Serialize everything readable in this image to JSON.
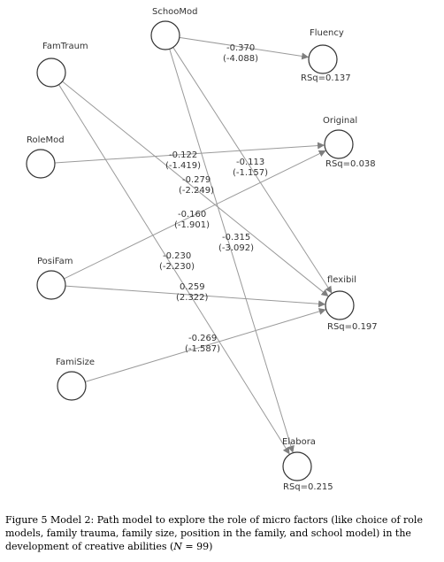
{
  "nodes": [
    {
      "id": "SchooMod",
      "label": "SchooMod"
    },
    {
      "id": "FamTraum",
      "label": "FamTraum"
    },
    {
      "id": "RoleMod",
      "label": "RoleMod"
    },
    {
      "id": "PosiFam",
      "label": "PosiFam"
    },
    {
      "id": "FamiSize",
      "label": "FamiSize"
    },
    {
      "id": "Fluency",
      "label": "Fluency",
      "rsq": "RSq=0.137"
    },
    {
      "id": "Original",
      "label": "Original",
      "rsq": "RSq=0.038"
    },
    {
      "id": "flexibil",
      "label": "flexibil",
      "rsq": "RSq=0.197"
    },
    {
      "id": "Elabora",
      "label": "Elabora",
      "rsq": "RSq=0.215"
    }
  ],
  "paths": [
    {
      "from": "SchooMod",
      "to": "Fluency",
      "coef": "-0.370",
      "t": "(-4.088)"
    },
    {
      "from": "SchooMod",
      "to": "flexibil",
      "coef": "-0.113",
      "t": "(-1.157)"
    },
    {
      "from": "SchooMod",
      "to": "Elabora",
      "coef": "-0.315",
      "t": "(-3.092)"
    },
    {
      "from": "FamTraum",
      "to": "flexibil",
      "coef": "-0.279",
      "t": "(-2.249)"
    },
    {
      "from": "FamTraum",
      "to": "Elabora",
      "coef": "-0.230",
      "t": "(-2.230)"
    },
    {
      "from": "RoleMod",
      "to": "Original",
      "coef": "-0.122",
      "t": "(-1.419)"
    },
    {
      "from": "PosiFam",
      "to": "Original",
      "coef": "-0.160",
      "t": "(-1.901)"
    },
    {
      "from": "PosiFam",
      "to": "flexibil",
      "coef": "0.259",
      "t": "(2.322)"
    },
    {
      "from": "FamiSize",
      "to": "flexibil",
      "coef": "-0.269",
      "t": "(-1.587)"
    }
  ],
  "caption": {
    "text": "Figure 5 Model 2: Path model to explore the role of micro factors (like choice of role models, family trauma, family size, position in the family, and school model) in the development of creative abilities (",
    "n_label": "N",
    "n_rest": " = 99)"
  },
  "colors": {
    "edge": "#9a9a9a",
    "node_stroke": "#333333",
    "arrow": "#7f7f7f"
  }
}
